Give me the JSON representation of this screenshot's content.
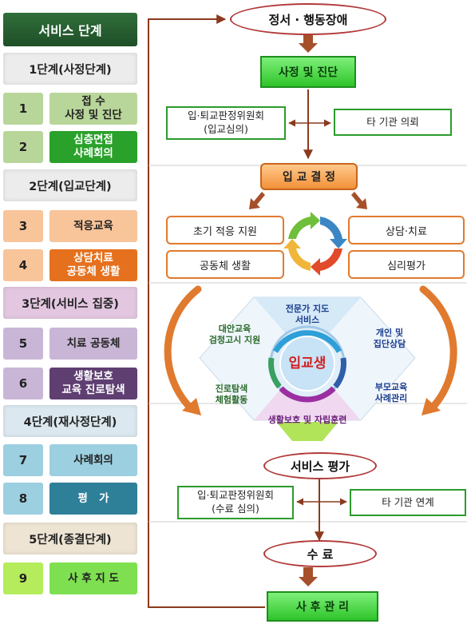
{
  "left": {
    "header": "서비스 단계",
    "stages": [
      {
        "label": "1단계(사정단계)",
        "steps": [
          {
            "num": "1",
            "label": "접 수\n사정 및 진단"
          },
          {
            "num": "2",
            "label": "심층면접\n사례회의"
          }
        ]
      },
      {
        "label": "2단계(입교단계)",
        "steps": [
          {
            "num": "3",
            "label": "적응교육"
          },
          {
            "num": "4",
            "label": "상담치료\n공동체 생활"
          }
        ]
      },
      {
        "label": "3단계(서비스 집중)",
        "steps": [
          {
            "num": "5",
            "label": "치료 공동체"
          },
          {
            "num": "6",
            "label": "생활보호\n교육 진로탐색"
          }
        ]
      },
      {
        "label": "4단계(재사정단계)",
        "steps": [
          {
            "num": "7",
            "label": "사례회의"
          },
          {
            "num": "8",
            "label": "평   가"
          }
        ]
      },
      {
        "label": "5단계(종결단계)",
        "steps": [
          {
            "num": "9",
            "label": "사 후 지 도"
          }
        ]
      }
    ]
  },
  "flow": {
    "top_oval": "정서 · 행동장애",
    "assessment": "사정 및 진단",
    "committee_admission": "입·퇴교판정위원회\n(입교심의)",
    "referral_other": "타 기관 의뢰",
    "admission_decision": "입 교 결 정",
    "initial_adapt": "초기 적응 지원",
    "community_life": "공동체 생활",
    "counseling": "상담·치료",
    "psych_eval": "심리평가",
    "wheel_center": "입교생",
    "wheel_labels": {
      "expert": "전문가 지도\n서비스",
      "individual": "개인 및\n집단상담",
      "parent": "부모교육\n사례관리",
      "life": "생활보호 및 자립훈련",
      "career": "진로탐색\n체험활동",
      "alt_edu": "대안교육\n검정고시 지원"
    },
    "service_eval": "서비스 평가",
    "committee_completion": "입·퇴교판정위원회\n(수료 심의)",
    "linkage_other": "타 기관 연계",
    "completion": "수 료",
    "aftercare": "사 후 관 리"
  },
  "colors": {
    "header_green": "#2f6e3a",
    "stage_gray": "#ececec",
    "oval_border": "#b23a3a",
    "assess_green": "#2fc42a",
    "decision_orange": "#f2913a",
    "arrow_brown": "#a5502a",
    "line_dark": "#8b3a1e"
  }
}
